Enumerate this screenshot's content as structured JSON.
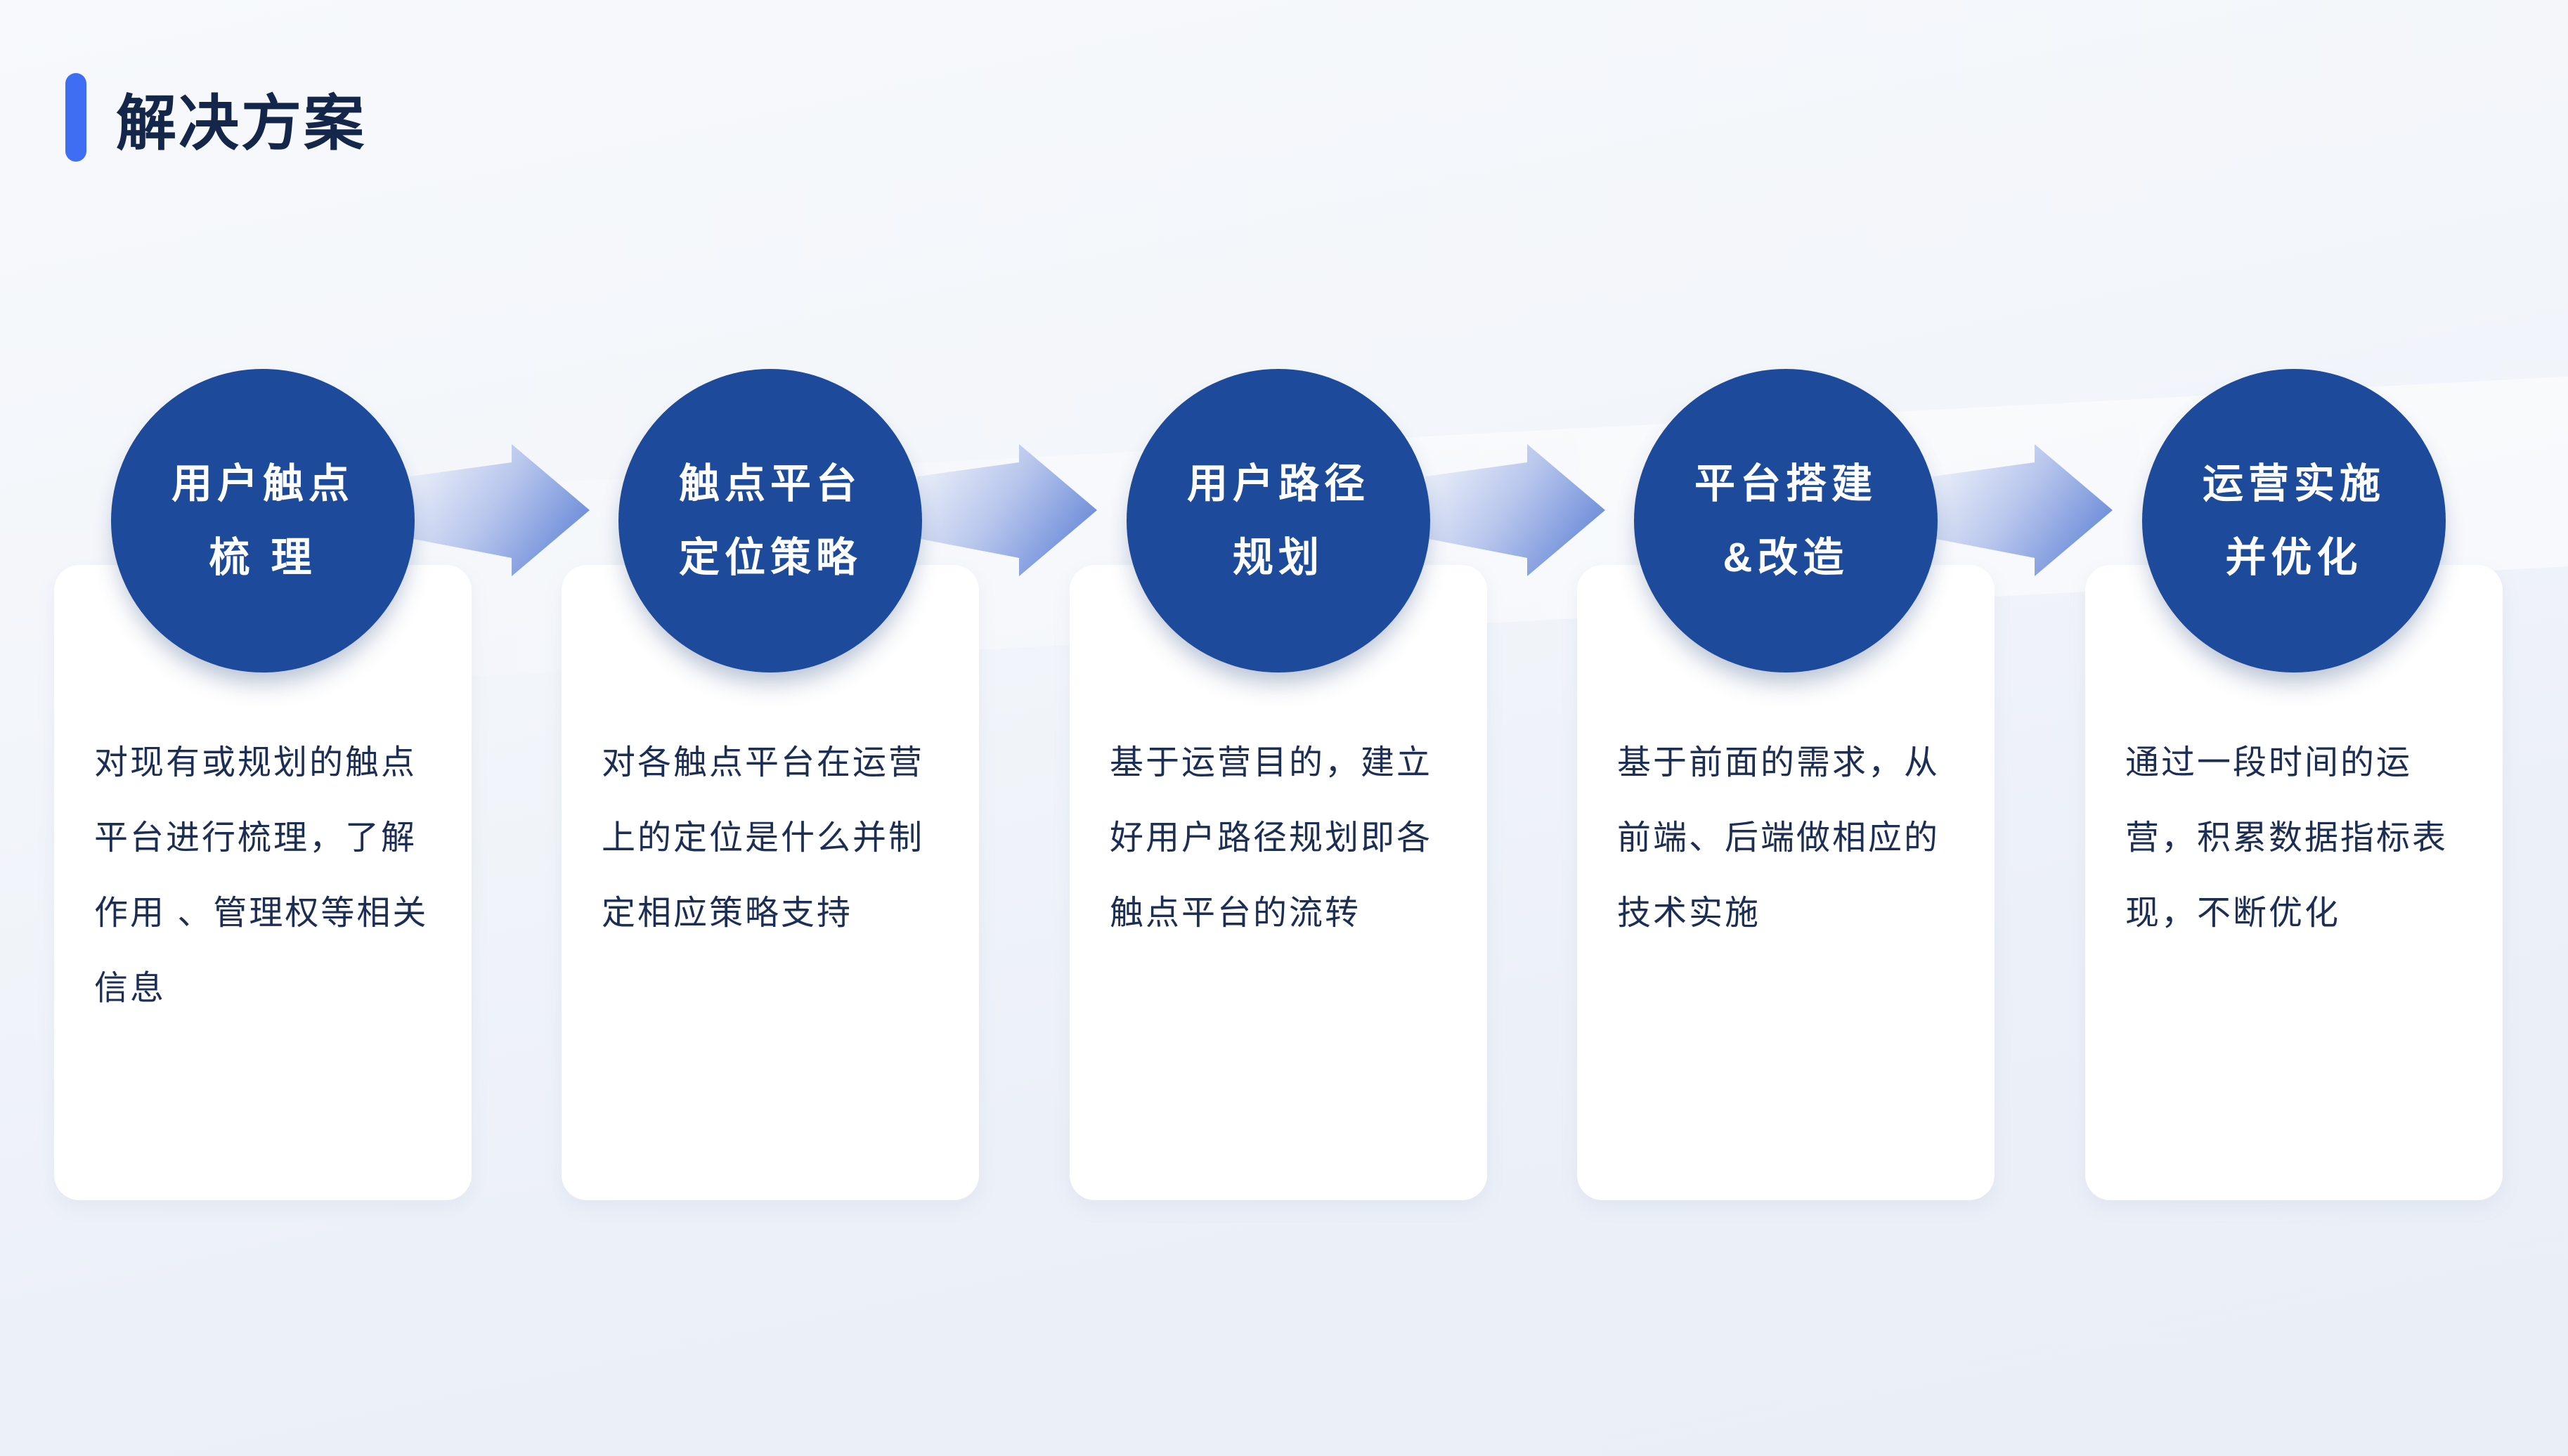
{
  "slide": {
    "title": "解决方案",
    "steps": [
      {
        "circle_line1": "用户触点",
        "circle_line2": "梳 理",
        "description": "对现有或规划的触点平台进行梳理，了解作用 、管理权等相关信息"
      },
      {
        "circle_line1": "触点平台",
        "circle_line2": "定位策略",
        "description": "对各触点平台在运营上的定位是什么并制定相应策略支持"
      },
      {
        "circle_line1": "用户路径",
        "circle_line2": "规划",
        "description": "基于运营目的，建立好用户路径规划即各触点平台的流转"
      },
      {
        "circle_line1": "平台搭建",
        "circle_line2": "&改造",
        "description": "基于前面的需求，从前端、后端做相应的技术实施"
      },
      {
        "circle_line1": "运营实施",
        "circle_line2": "并优化",
        "description": "通过一段时间的运营，积累数据指标表现，不断优化"
      }
    ],
    "colors": {
      "accent": "#3f6df4",
      "circle_fill": "#1d4a9b",
      "title_text": "#14264a",
      "body_text": "#1d2e55",
      "card_background": "#ffffff",
      "arrow_gradient_start": "#e9eef9",
      "arrow_gradient_end": "#6486d7",
      "page_background_top": "#f7f9fc",
      "page_background_bottom": "#e9eef7"
    }
  }
}
